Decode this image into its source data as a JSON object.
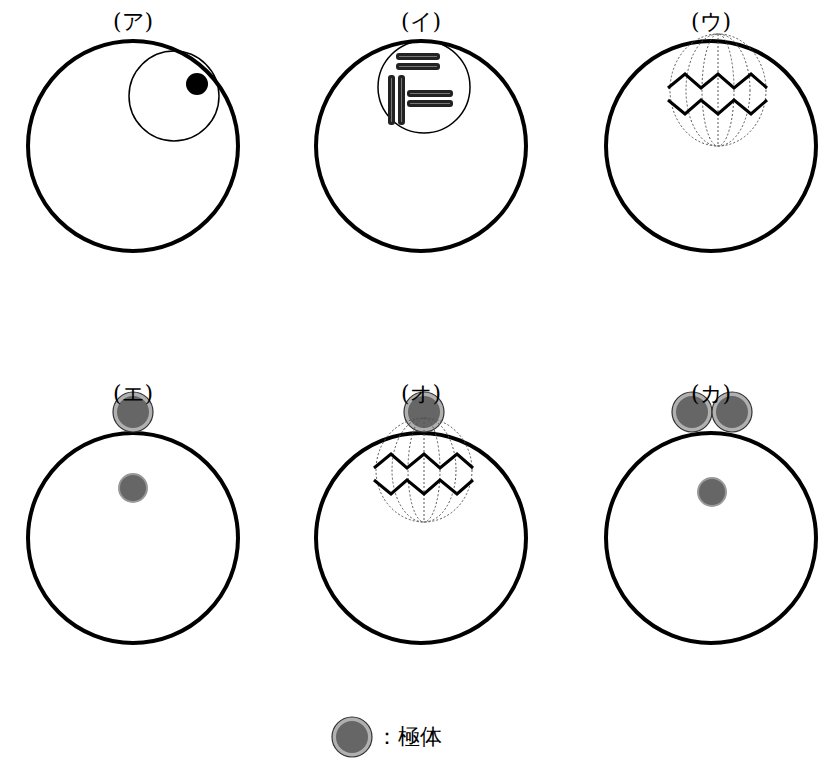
{
  "diagram": {
    "labels": [
      "(ア)",
      "(イ)",
      "(ウ)",
      "(エ)",
      "(オ)",
      "(カ)"
    ],
    "legend": [
      {
        "text": "：極体"
      }
    ]
  }
}
